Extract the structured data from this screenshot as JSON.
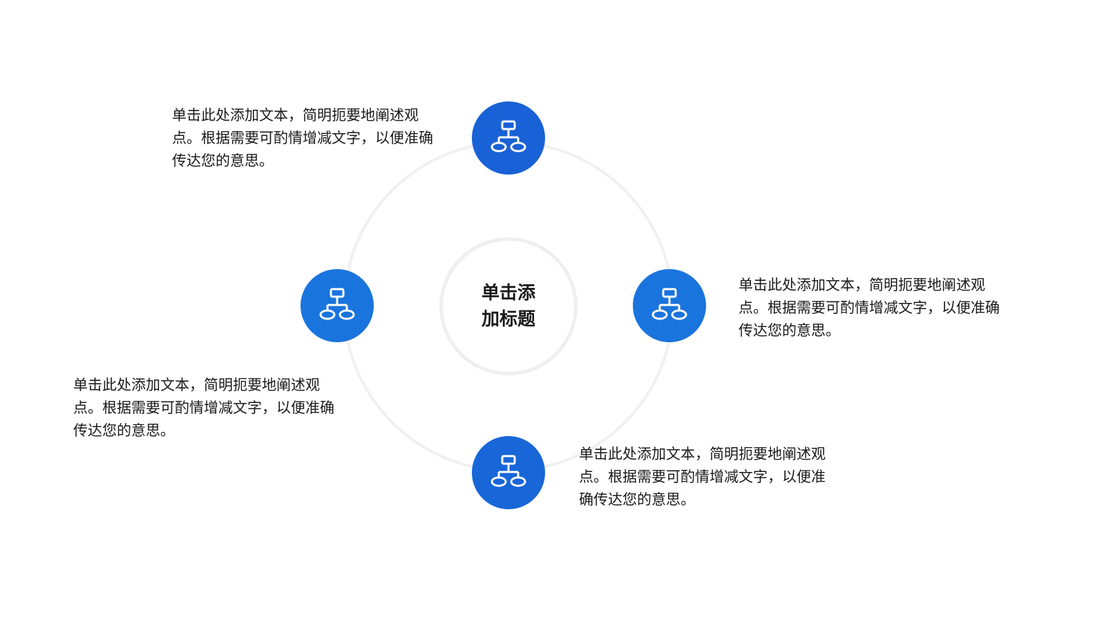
{
  "center": {
    "title": "单击添加标题"
  },
  "nodes": [
    {
      "id": "top",
      "icon": "hierarchy-icon",
      "text": "单击此处添加文本，简明扼要地阐述观点。根据需要可酌情增减文字，以便准确传达您的意思。"
    },
    {
      "id": "right",
      "icon": "hierarchy-icon",
      "text": "单击此处添加文本，简明扼要地阐述观点。根据需要可酌情增减文字，以便准确传达您的意思。"
    },
    {
      "id": "left",
      "icon": "hierarchy-icon",
      "text": "单击此处添加文本，简明扼要地阐述观点。根据需要可酌情增减文字，以便准确传达您的意思。"
    },
    {
      "id": "bottom",
      "icon": "hierarchy-icon",
      "text": "单击此处添加文本，简明扼要地阐述观点。根据需要可酌情增减文字，以便准确传达您的意思。"
    }
  ],
  "colors": {
    "node_blue": "#1a6fdc",
    "ring_gray": "#f0f0f0"
  }
}
